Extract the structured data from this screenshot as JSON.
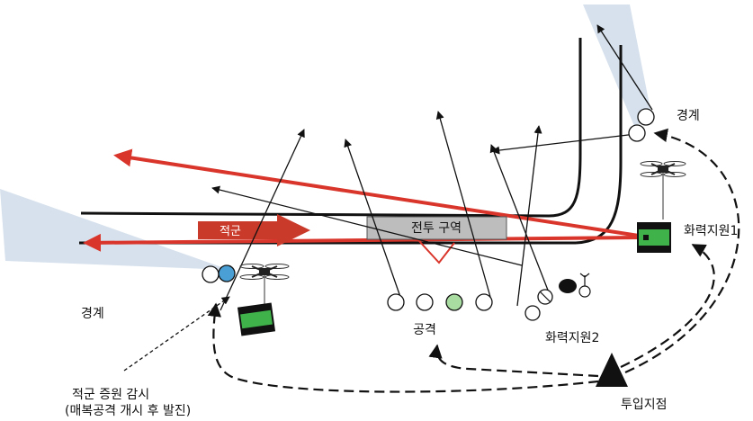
{
  "labels": {
    "boundary_right": "경계",
    "boundary_left": "경계",
    "enemy": "적군",
    "combat_zone": "전투 구역",
    "fire_support_1": "화력지원1",
    "fire_support_2": "화력지원2",
    "attack": "공격",
    "insertion_point": "투입지점",
    "monitor_line1": "적군 증원 감시",
    "monitor_line2": "(매복공격 개시 후 발진)"
  },
  "colors": {
    "enemy_red": "#d9352a",
    "enemy_arrow": "#c93a2a",
    "zone_gray": "#bdbdbd",
    "sector_blue": "#cfdcea",
    "unit_blue": "#4a9fd4",
    "unit_green": "#a8dca0",
    "vehicle_green": "#3fb24a",
    "ink": "#111111"
  },
  "icons": {
    "drone": "quadcopter-drone-icon",
    "vehicle": "ground-vehicle-icon",
    "insertion": "triangle-marker-icon"
  }
}
